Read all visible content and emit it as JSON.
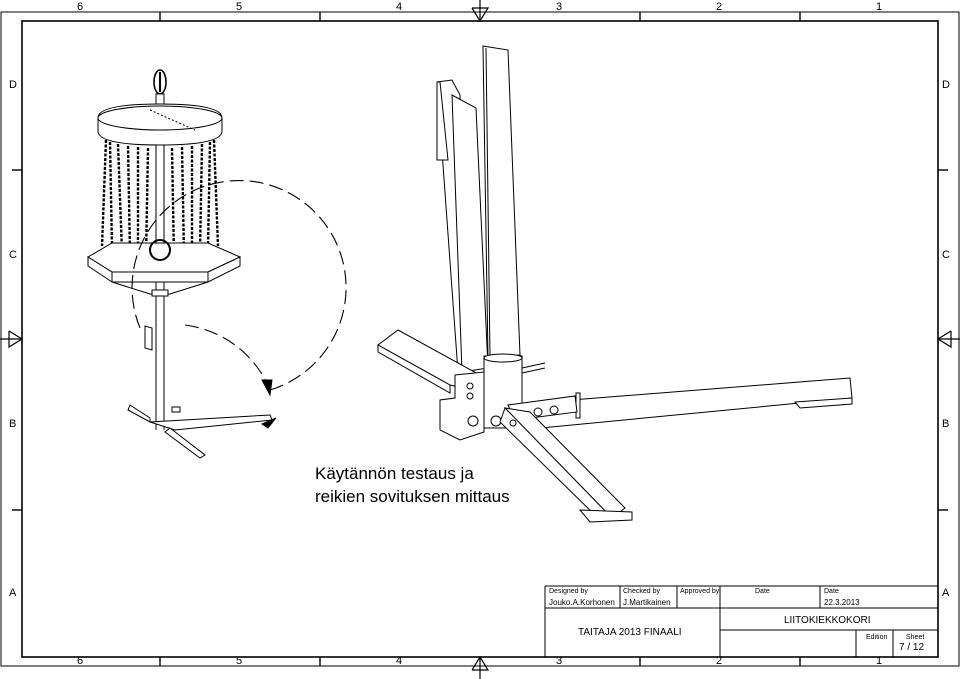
{
  "zones": {
    "columns": [
      "6",
      "5",
      "4",
      "3",
      "2",
      "1"
    ],
    "rows": [
      "D",
      "C",
      "B",
      "A"
    ]
  },
  "note": {
    "line1": "Käytännön testaus ja",
    "line2": "reikien sovituksen mittaus"
  },
  "title_block": {
    "designed_by_label": "Designed by",
    "designed_by": "Jouko.A.Korhonen",
    "checked_by_label": "Checked by",
    "checked_by": "J.Martikainen",
    "approved_by_label": "Approved by",
    "date_label_1": "Date",
    "date_label_2": "Date",
    "date": "22.3.2013",
    "project": "TAITAJA 2013 FINAALI",
    "title": "LIITOKIEKKOKORI",
    "edition_label": "Edition",
    "sheet_label": "Sheet",
    "sheet": "7 / 12"
  }
}
